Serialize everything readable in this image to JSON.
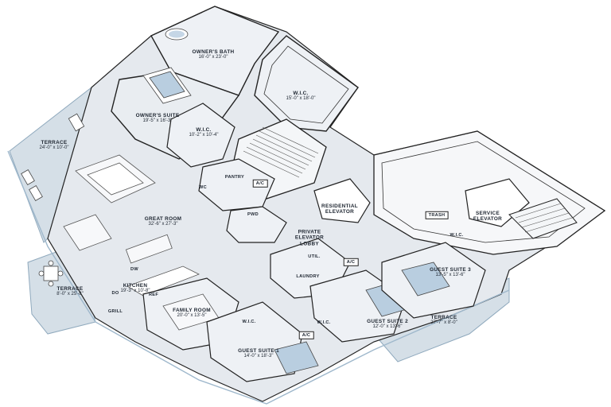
{
  "colors": {
    "floor": "#e6eaef",
    "interior": "#edf0f4",
    "wall": "#1a1a1a",
    "terrace": "#cfdbe3",
    "water": "#bcd0e2",
    "glass": "#9fb8cc"
  },
  "rooms": {
    "owners_bath": {
      "name": "OWNER'S BATH",
      "dims": "16'-0\" x 23'-0\""
    },
    "owners_wic": {
      "name": "W.I.C.",
      "dims": "15'-0\" x 18'-0\""
    },
    "owners_suite": {
      "name": "OWNER'S SUITE",
      "dims": "19'-5\" x 16'-3\""
    },
    "wic_small": {
      "name": "W.I.C.",
      "dims": "10'-2\" x 10'-4\""
    },
    "terrace_west": {
      "name": "TERRACE",
      "dims": "24'-0\" x 10'-0\""
    },
    "great_room": {
      "name": "GREAT ROOM",
      "dims": "32'-6\" x 27'-3\""
    },
    "terrace_sw": {
      "name": "TERRACE",
      "dims": "8'-0\" x 25'-8\""
    },
    "kitchen": {
      "name": "KITCHEN",
      "dims": "19'-3\" x 10'-8\""
    },
    "family_room": {
      "name": "FAMILY ROOM",
      "dims": "20'-0\" x 13'-5\""
    },
    "guest_suite_1": {
      "name": "GUEST SUITE 1",
      "dims": "14'-0\" x 18'-3\""
    },
    "guest_suite_2": {
      "name": "GUEST SUITE 2",
      "dims": "12'-0\" x 13'-6\""
    },
    "guest_suite_3": {
      "name": "GUEST SUITE 3",
      "dims": "13'-5\" x 13'-6\""
    },
    "terrace_se": {
      "name": "TERRACE",
      "dims": "27'-7\" x 8'-0\""
    },
    "residential_elevator": {
      "name": "RESIDENTIAL\nELEVATOR"
    },
    "service_elevator": {
      "name": "SERVICE\nELEVATOR"
    },
    "private_elevator_lobby": {
      "name": "PRIVATE\nELEVATOR\nLOBBY"
    },
    "pantry": {
      "name": "PANTRY"
    },
    "pwd": {
      "name": "PWD"
    },
    "util": {
      "name": "UTIL."
    },
    "laundry": {
      "name": "LAUNDRY"
    },
    "trash": {
      "name": "TRASH"
    },
    "wic_gs1": {
      "name": "W.I.C."
    },
    "wic_gs2": {
      "name": "W.I.C."
    },
    "wic_gs3": {
      "name": "W.I.C."
    }
  },
  "tags": {
    "ac": "A/C",
    "ac2": "A/C",
    "ac3": "A/C",
    "wc": "WC",
    "dw": "DW",
    "do": "DO",
    "ref": "REF",
    "grill": "GRILL"
  }
}
